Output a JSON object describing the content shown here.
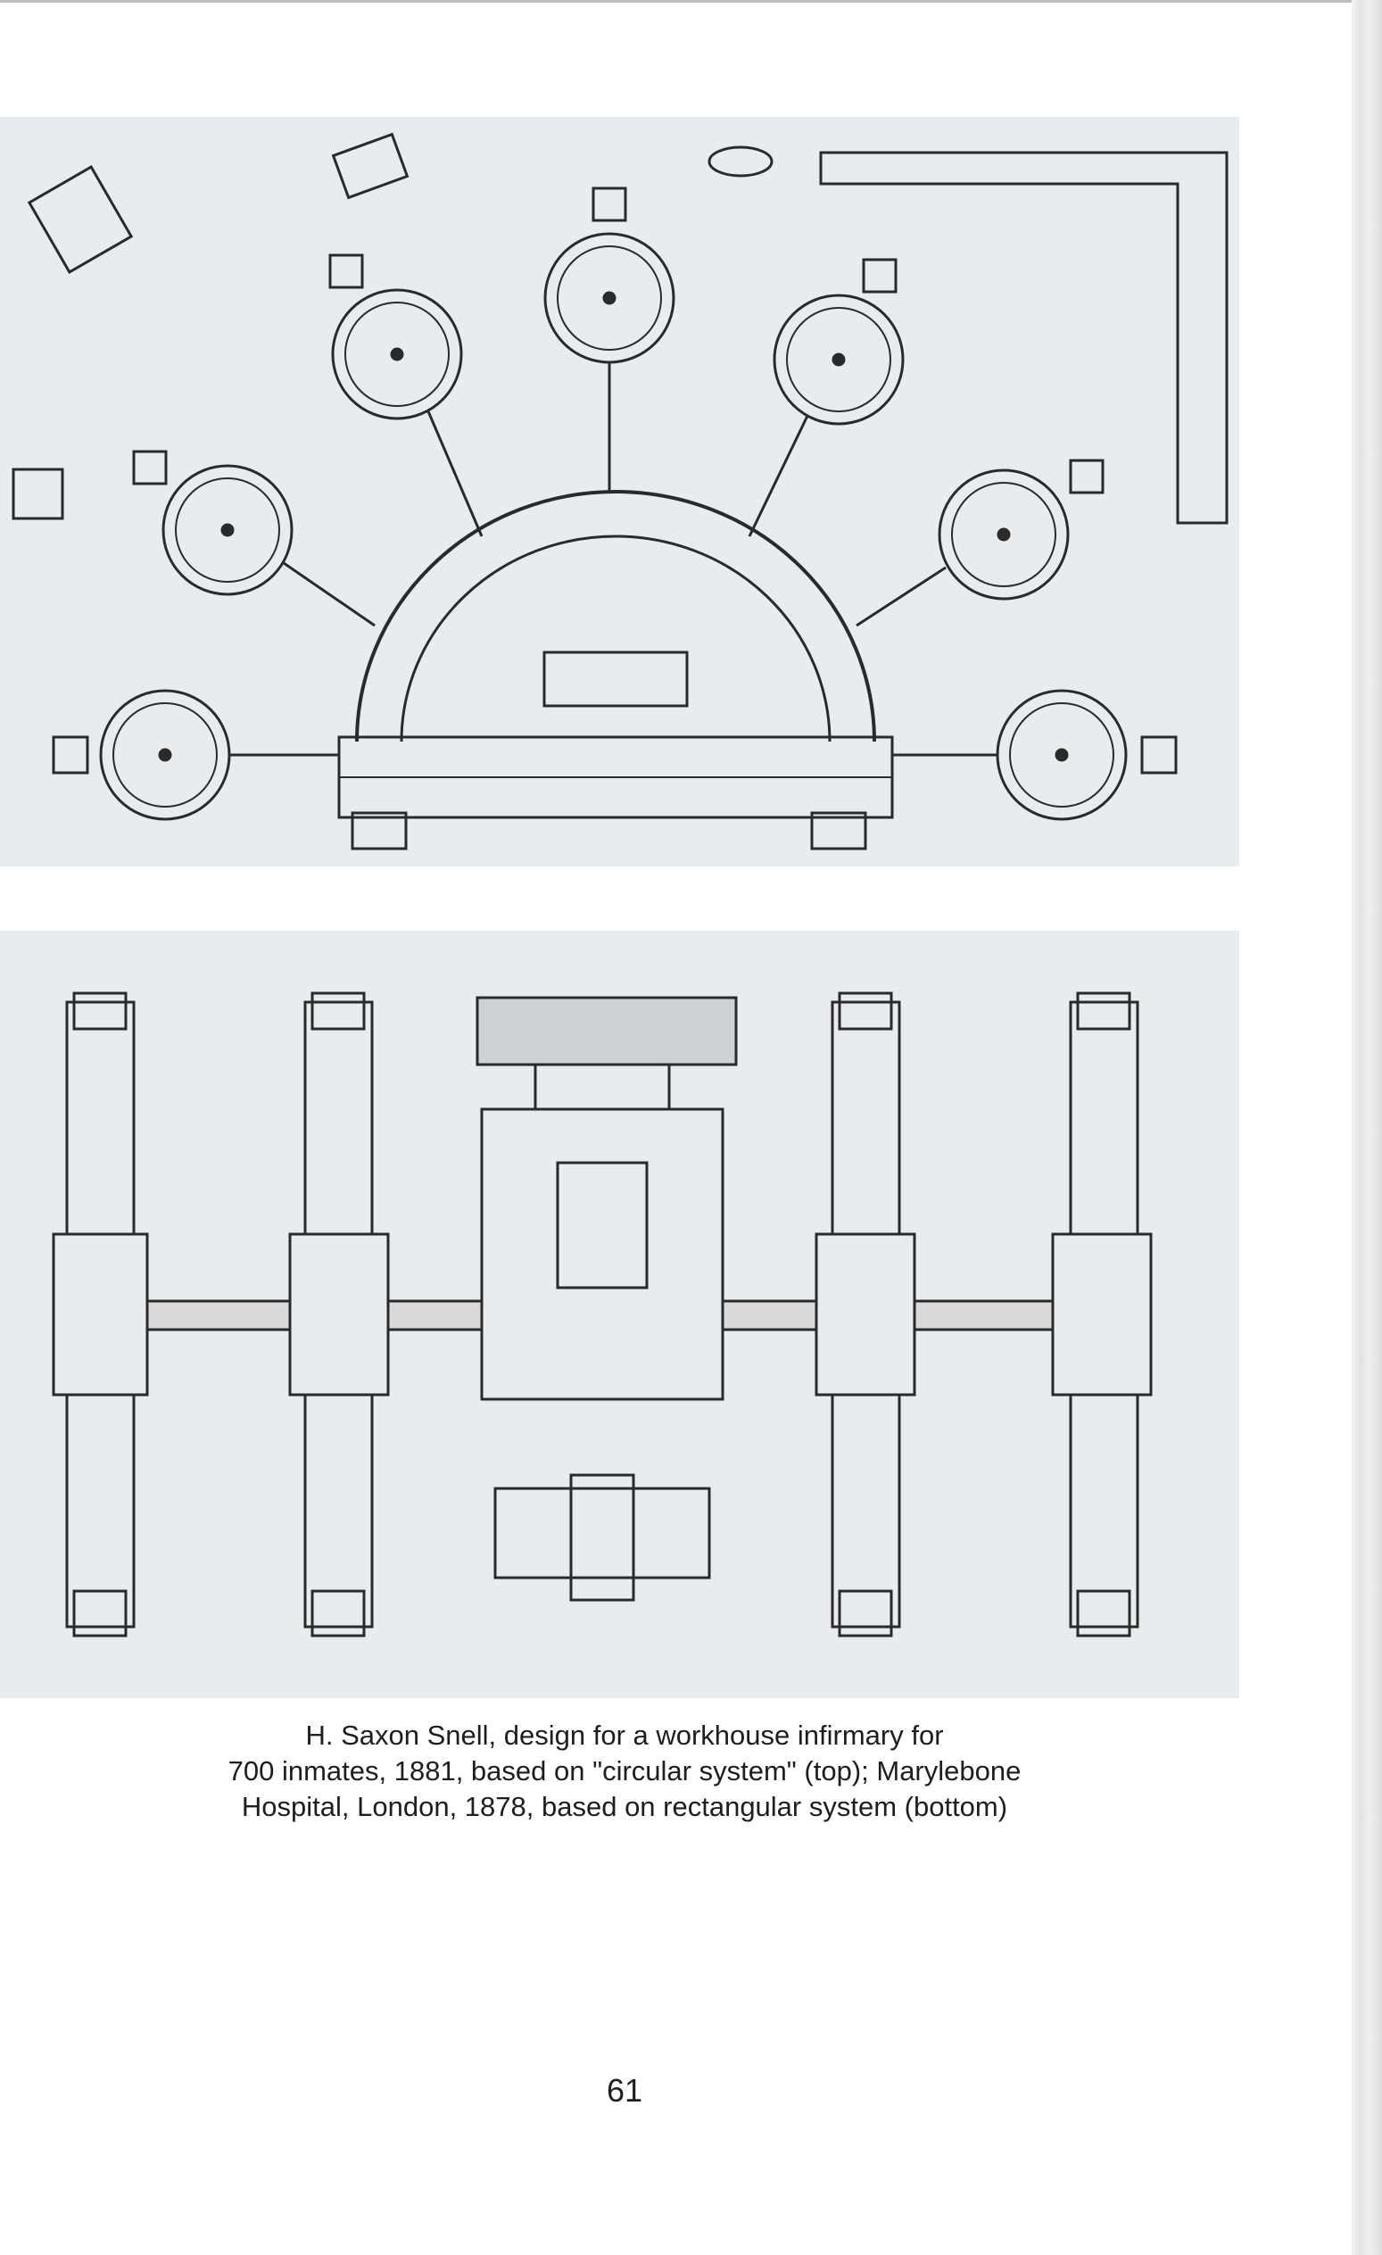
{
  "caption": {
    "line1": "H. Saxon Snell, design for a workhouse infirmary for",
    "line2": "700 inmates, 1881, based on \"circular system\" (top); Marylebone",
    "line3": "Hospital, London, 1878, based on rectangular system (bottom)"
  },
  "page_number": "61",
  "colors": {
    "plate_background": "#e9ecee",
    "ink": "#2a2a2a",
    "text": "#1e1e1e"
  }
}
